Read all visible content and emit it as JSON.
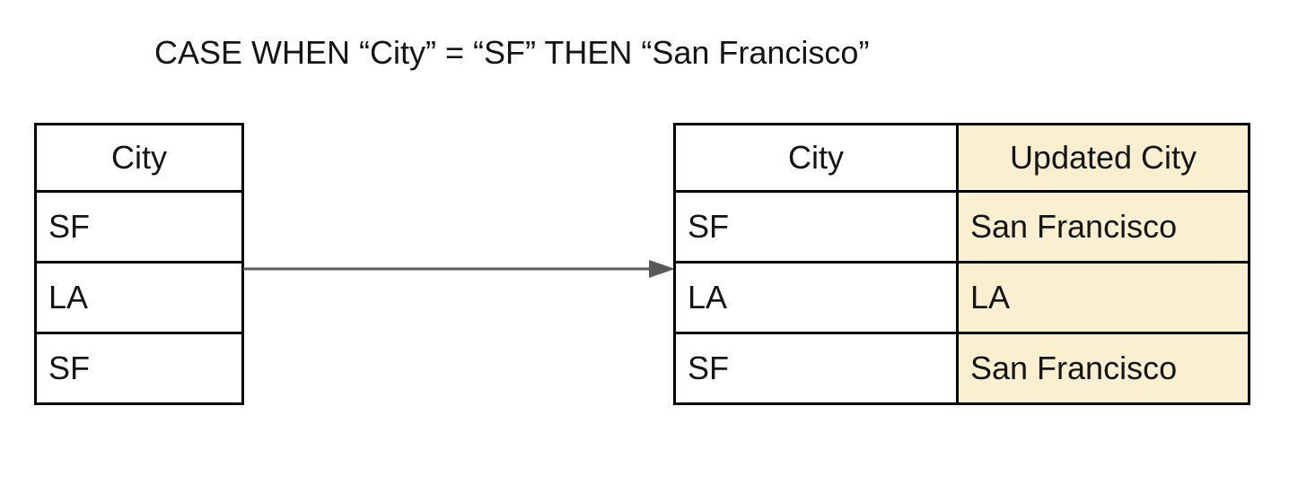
{
  "title": "CASE WHEN “City” = “SF” THEN “San Francisco”",
  "source_table": {
    "headers": [
      "City"
    ],
    "rows": [
      [
        "SF"
      ],
      [
        "LA"
      ],
      [
        "SF"
      ]
    ]
  },
  "result_table": {
    "headers": [
      "City",
      "Updated City"
    ],
    "rows": [
      [
        "SF",
        "San Francisco"
      ],
      [
        "LA",
        "LA"
      ],
      [
        "SF",
        "San Francisco"
      ]
    ]
  },
  "icons": {
    "arrow": "right-arrow-icon"
  },
  "colors": {
    "highlight": "#FAF0D0",
    "border": "#000000",
    "arrow": "#58595B",
    "background": "#FFFFFF",
    "text": "#141414"
  }
}
